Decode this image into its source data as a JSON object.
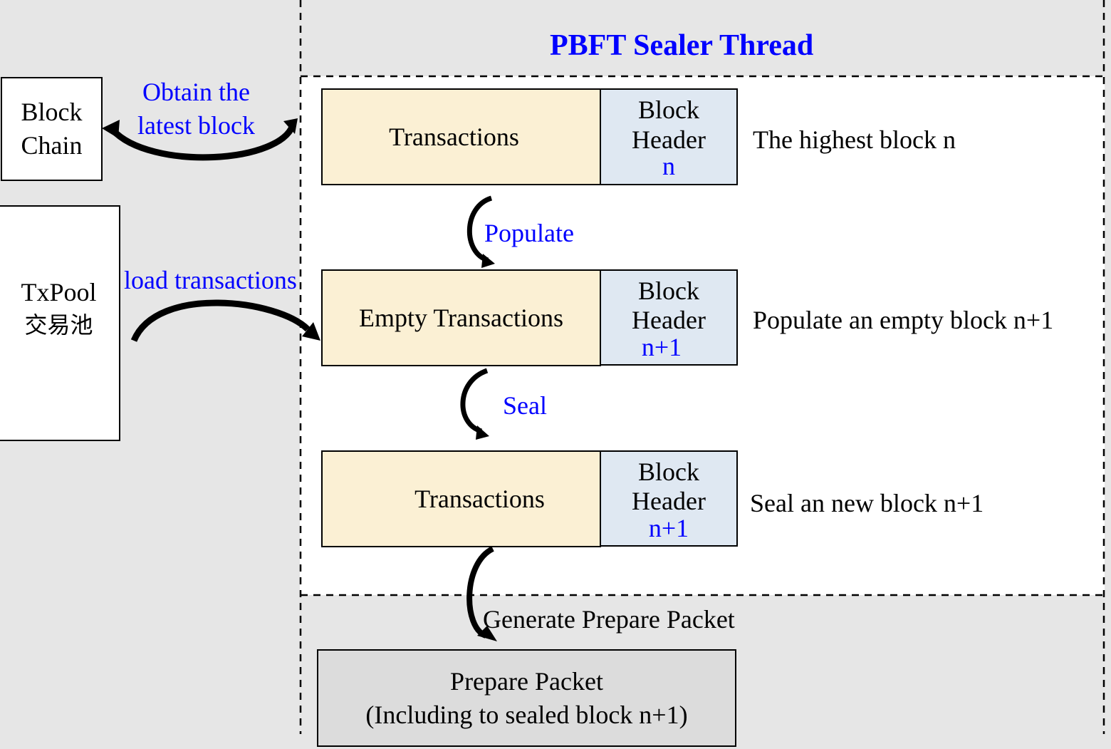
{
  "title": "PBFT Sealer Thread",
  "blockchain": {
    "line1": "Block",
    "line2": "Chain"
  },
  "txpool": {
    "line1": "TxPool",
    "line2": "交易池"
  },
  "arrows": {
    "obtain_line1": "Obtain the",
    "obtain_line2": "latest block",
    "load": "load transactions",
    "populate": "Populate",
    "seal": "Seal",
    "generate": "Generate Prepare Packet"
  },
  "rows": [
    {
      "tx": "Transactions",
      "hdr1": "Block",
      "hdr2": "Header",
      "num": "n",
      "desc": "The highest block n"
    },
    {
      "tx": "Empty Transactions",
      "hdr1": "Block",
      "hdr2": "Header",
      "num": "n+1",
      "desc": "Populate an empty block n+1"
    },
    {
      "tx": "Transactions",
      "hdr1": "Block",
      "hdr2": "Header",
      "num": "n+1",
      "desc": "Seal an new block n+1"
    }
  ],
  "prepare_packet": {
    "line1": "Prepare Packet",
    "line2": "(Including to sealed block n+1)"
  },
  "colors": {
    "background": "#e6e6e6",
    "title": "#0000ff",
    "transactions_fill": "#fbf0d4",
    "header_fill": "#dfe8f2",
    "packet_fill": "#dcdcdc"
  }
}
